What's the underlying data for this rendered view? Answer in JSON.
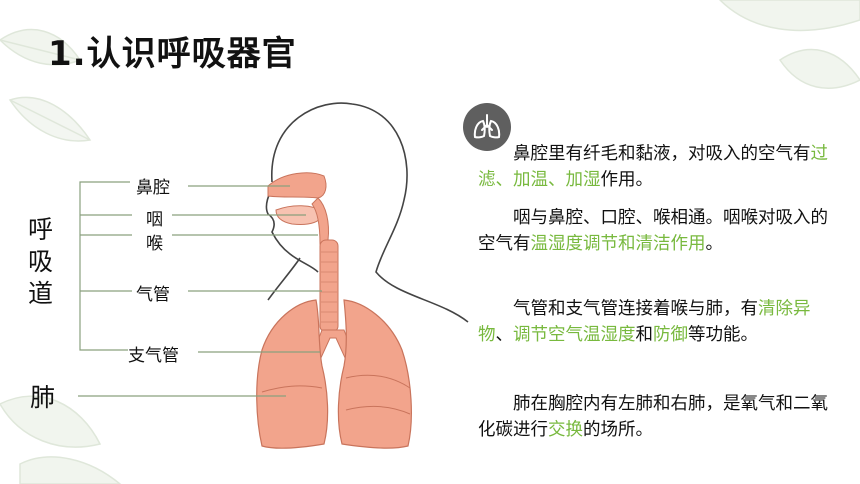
{
  "title": "1.认识呼吸器官",
  "diagram": {
    "labels": {
      "nasal_cavity": "鼻腔",
      "pharynx": "咽",
      "larynx": "喉",
      "trachea": "气管",
      "bronchi": "支气管"
    },
    "groups": {
      "respiratory_tract": "呼吸道",
      "lungs": "肺"
    }
  },
  "paragraphs": [
    {
      "segments": [
        {
          "text": "鼻腔里有纤毛和黏液，对吸入的空气有",
          "highlight": false
        },
        {
          "text": "过滤、加温、加湿",
          "highlight": true
        },
        {
          "text": "作用。",
          "highlight": false
        }
      ]
    },
    {
      "segments": [
        {
          "text": "咽与鼻腔、口腔、喉相通。咽喉对吸入的空气有",
          "highlight": false
        },
        {
          "text": "温湿度调节和清洁作用",
          "highlight": true
        },
        {
          "text": "。",
          "highlight": false
        }
      ]
    },
    {
      "segments": [
        {
          "text": "气管和支气管连接着喉与肺，有",
          "highlight": false
        },
        {
          "text": "清除异物",
          "highlight": true
        },
        {
          "text": "、",
          "highlight": false
        },
        {
          "text": "调节空气温湿度",
          "highlight": true
        },
        {
          "text": "和",
          "highlight": false
        },
        {
          "text": "防御",
          "highlight": true
        },
        {
          "text": "等功能。",
          "highlight": false
        }
      ]
    },
    {
      "segments": [
        {
          "text": "肺在胸腔内有左肺和右肺，是氧气和二氧化碳进行",
          "highlight": false
        },
        {
          "text": "交换",
          "highlight": true
        },
        {
          "text": "的场所。",
          "highlight": false
        }
      ]
    }
  ],
  "icons": {
    "badge": "lungs-icon"
  },
  "colors": {
    "organ": "#f2a48c",
    "organ_dark": "#e88d74",
    "highlight": "#78b93e",
    "badge": "#5f5f5f"
  }
}
